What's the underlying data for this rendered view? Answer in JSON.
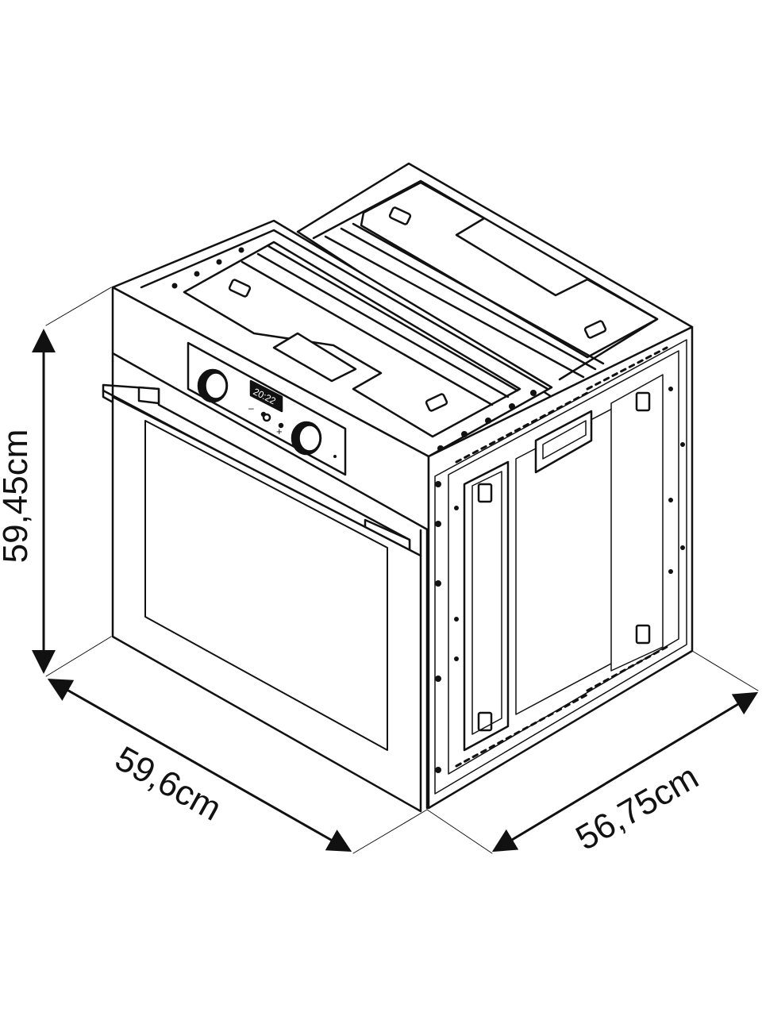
{
  "dimensions": {
    "height": "59,45cm",
    "width": "59,6cm",
    "depth": "56,75cm"
  },
  "display": {
    "clock": "20:22",
    "minus": "–",
    "plus": "+"
  },
  "colors": {
    "line": "#111111",
    "background": "#ffffff"
  }
}
